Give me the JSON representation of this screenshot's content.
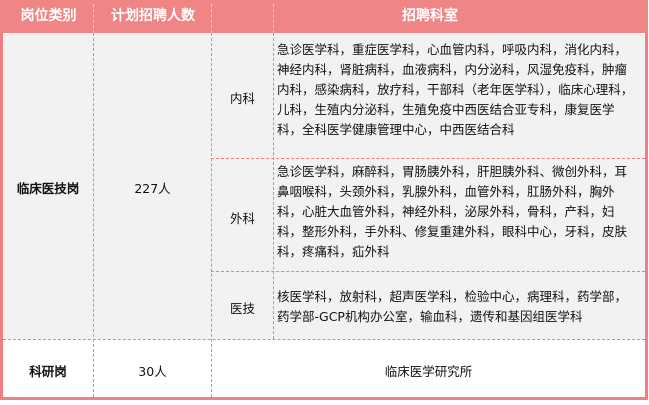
{
  "header": {
    "col_category": "岗位类别",
    "col_plan": "计划招聘人数",
    "col_departments": "招聘科室"
  },
  "rows": [
    {
      "category": "临床医技岗",
      "plan": "227人",
      "groups": [
        {
          "name": "内科",
          "departments": "急诊医学科，重症医学科，心血管内科，呼吸内科，消化内科，神经内科，肾脏病科，血液病科，内分泌科，风湿免疫科，肿瘤内科，感染病科，放疗科，干部科（老年医学科），临床心理科，儿科，生殖内分泌科，生殖免疫中西医结合亚专科，康复医学科，全科医学健康管理中心，中西医结合科"
        },
        {
          "name": "外科",
          "departments": "急诊医学科，麻醉科，胃肠胰外科，肝胆胰外科、微创外科，耳鼻咽喉科，头颈外科，乳腺外科，血管外科，肛肠外科，胸外科，心脏大血管外科，神经外科，泌尿外科，骨科，产科，妇科，整形外科，手外科、修复重建外科，眼科中心，牙科，皮肤科，疼痛科，疝外科"
        },
        {
          "name": "医技",
          "departments": "核医学科，放射科，超声医学科，检验中心，病理科，药学部，药学部-GCP机构办公室，输血科，遗传和基因组医学科"
        }
      ]
    },
    {
      "category": "科研岗",
      "plan": "30人",
      "departments": "临床医学研究所"
    }
  ],
  "colors": {
    "header_bg": "#f08585",
    "border": "#f08080",
    "body_bg": "#f2f2f2",
    "last_row_bg": "#ffffff"
  }
}
